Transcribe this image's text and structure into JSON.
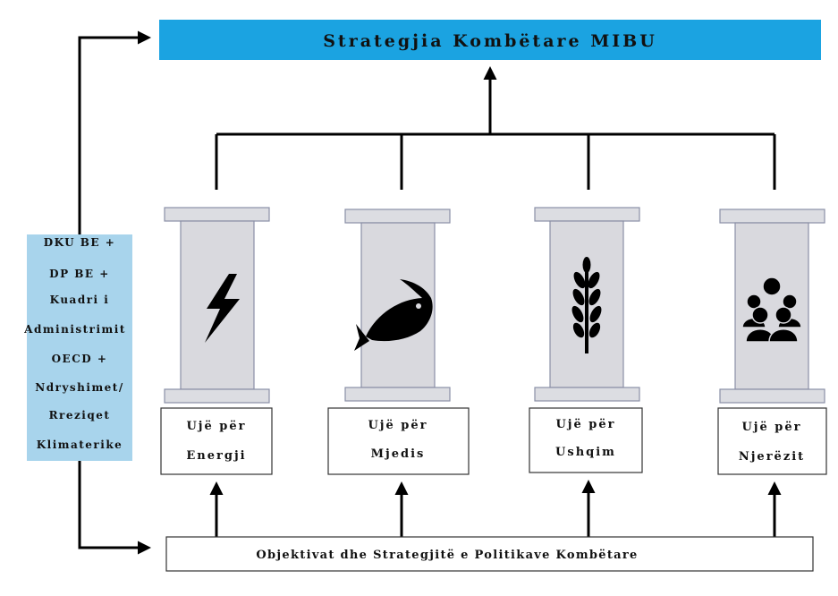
{
  "title": "Strategjia Kombëtare MIBU",
  "side_panel": {
    "lines": [
      "DKU BE +",
      "DP BE +",
      "Kuadri i",
      "Administrimit",
      "OECD +",
      "Ndryshimet/",
      "Rreziqet",
      "Klimaterike"
    ]
  },
  "pillars": [
    {
      "icon": "lightning-icon",
      "line1": "Ujë për",
      "line2": "Energji"
    },
    {
      "icon": "fish-icon",
      "line1": "Ujë për",
      "line2": "Mjedis"
    },
    {
      "icon": "wheat-icon",
      "line1": "Ujë për",
      "line2": "Ushqim"
    },
    {
      "icon": "people-icon",
      "line1": "Ujë për",
      "line2": "Njerëzit"
    }
  ],
  "bottom_box": "Objektivat dhe Strategjitë e Politikave Kombëtare",
  "colors": {
    "title_box": "#1ba3e1",
    "side_panel": "#a8d4ec",
    "pillar_column": "#d9d9de",
    "pillar_cap": "#dcdde2",
    "pillar_border": "#8a8fa6",
    "connector": "#000000"
  }
}
